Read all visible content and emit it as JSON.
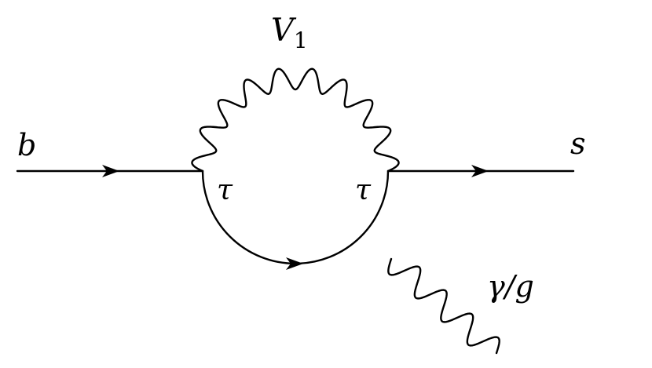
{
  "diagram": {
    "labels": {
      "incoming_quark": "b",
      "outgoing_quark": "s",
      "leptoquark": "V",
      "leptoquark_subscript": "1",
      "internal_lepton_left": "τ",
      "internal_lepton_right": "τ",
      "external_boson": "γ/g"
    }
  }
}
